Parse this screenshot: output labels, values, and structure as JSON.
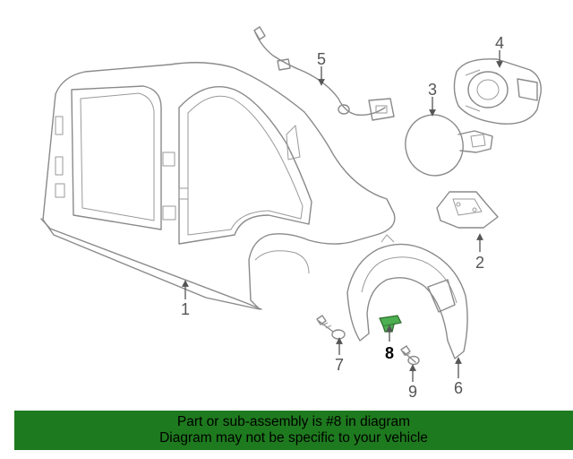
{
  "callouts": {
    "c1": "1",
    "c2": "2",
    "c3": "3",
    "c4": "4",
    "c5": "5",
    "c6": "6",
    "c7": "7",
    "c8": "8",
    "c9": "9"
  },
  "highlight_color": "#4caf50",
  "banner": {
    "line1": "Part or sub-assembly is #8 in diagram",
    "line2": "Diagram may not be specific to your vehicle",
    "color": "#1e7a1e"
  }
}
